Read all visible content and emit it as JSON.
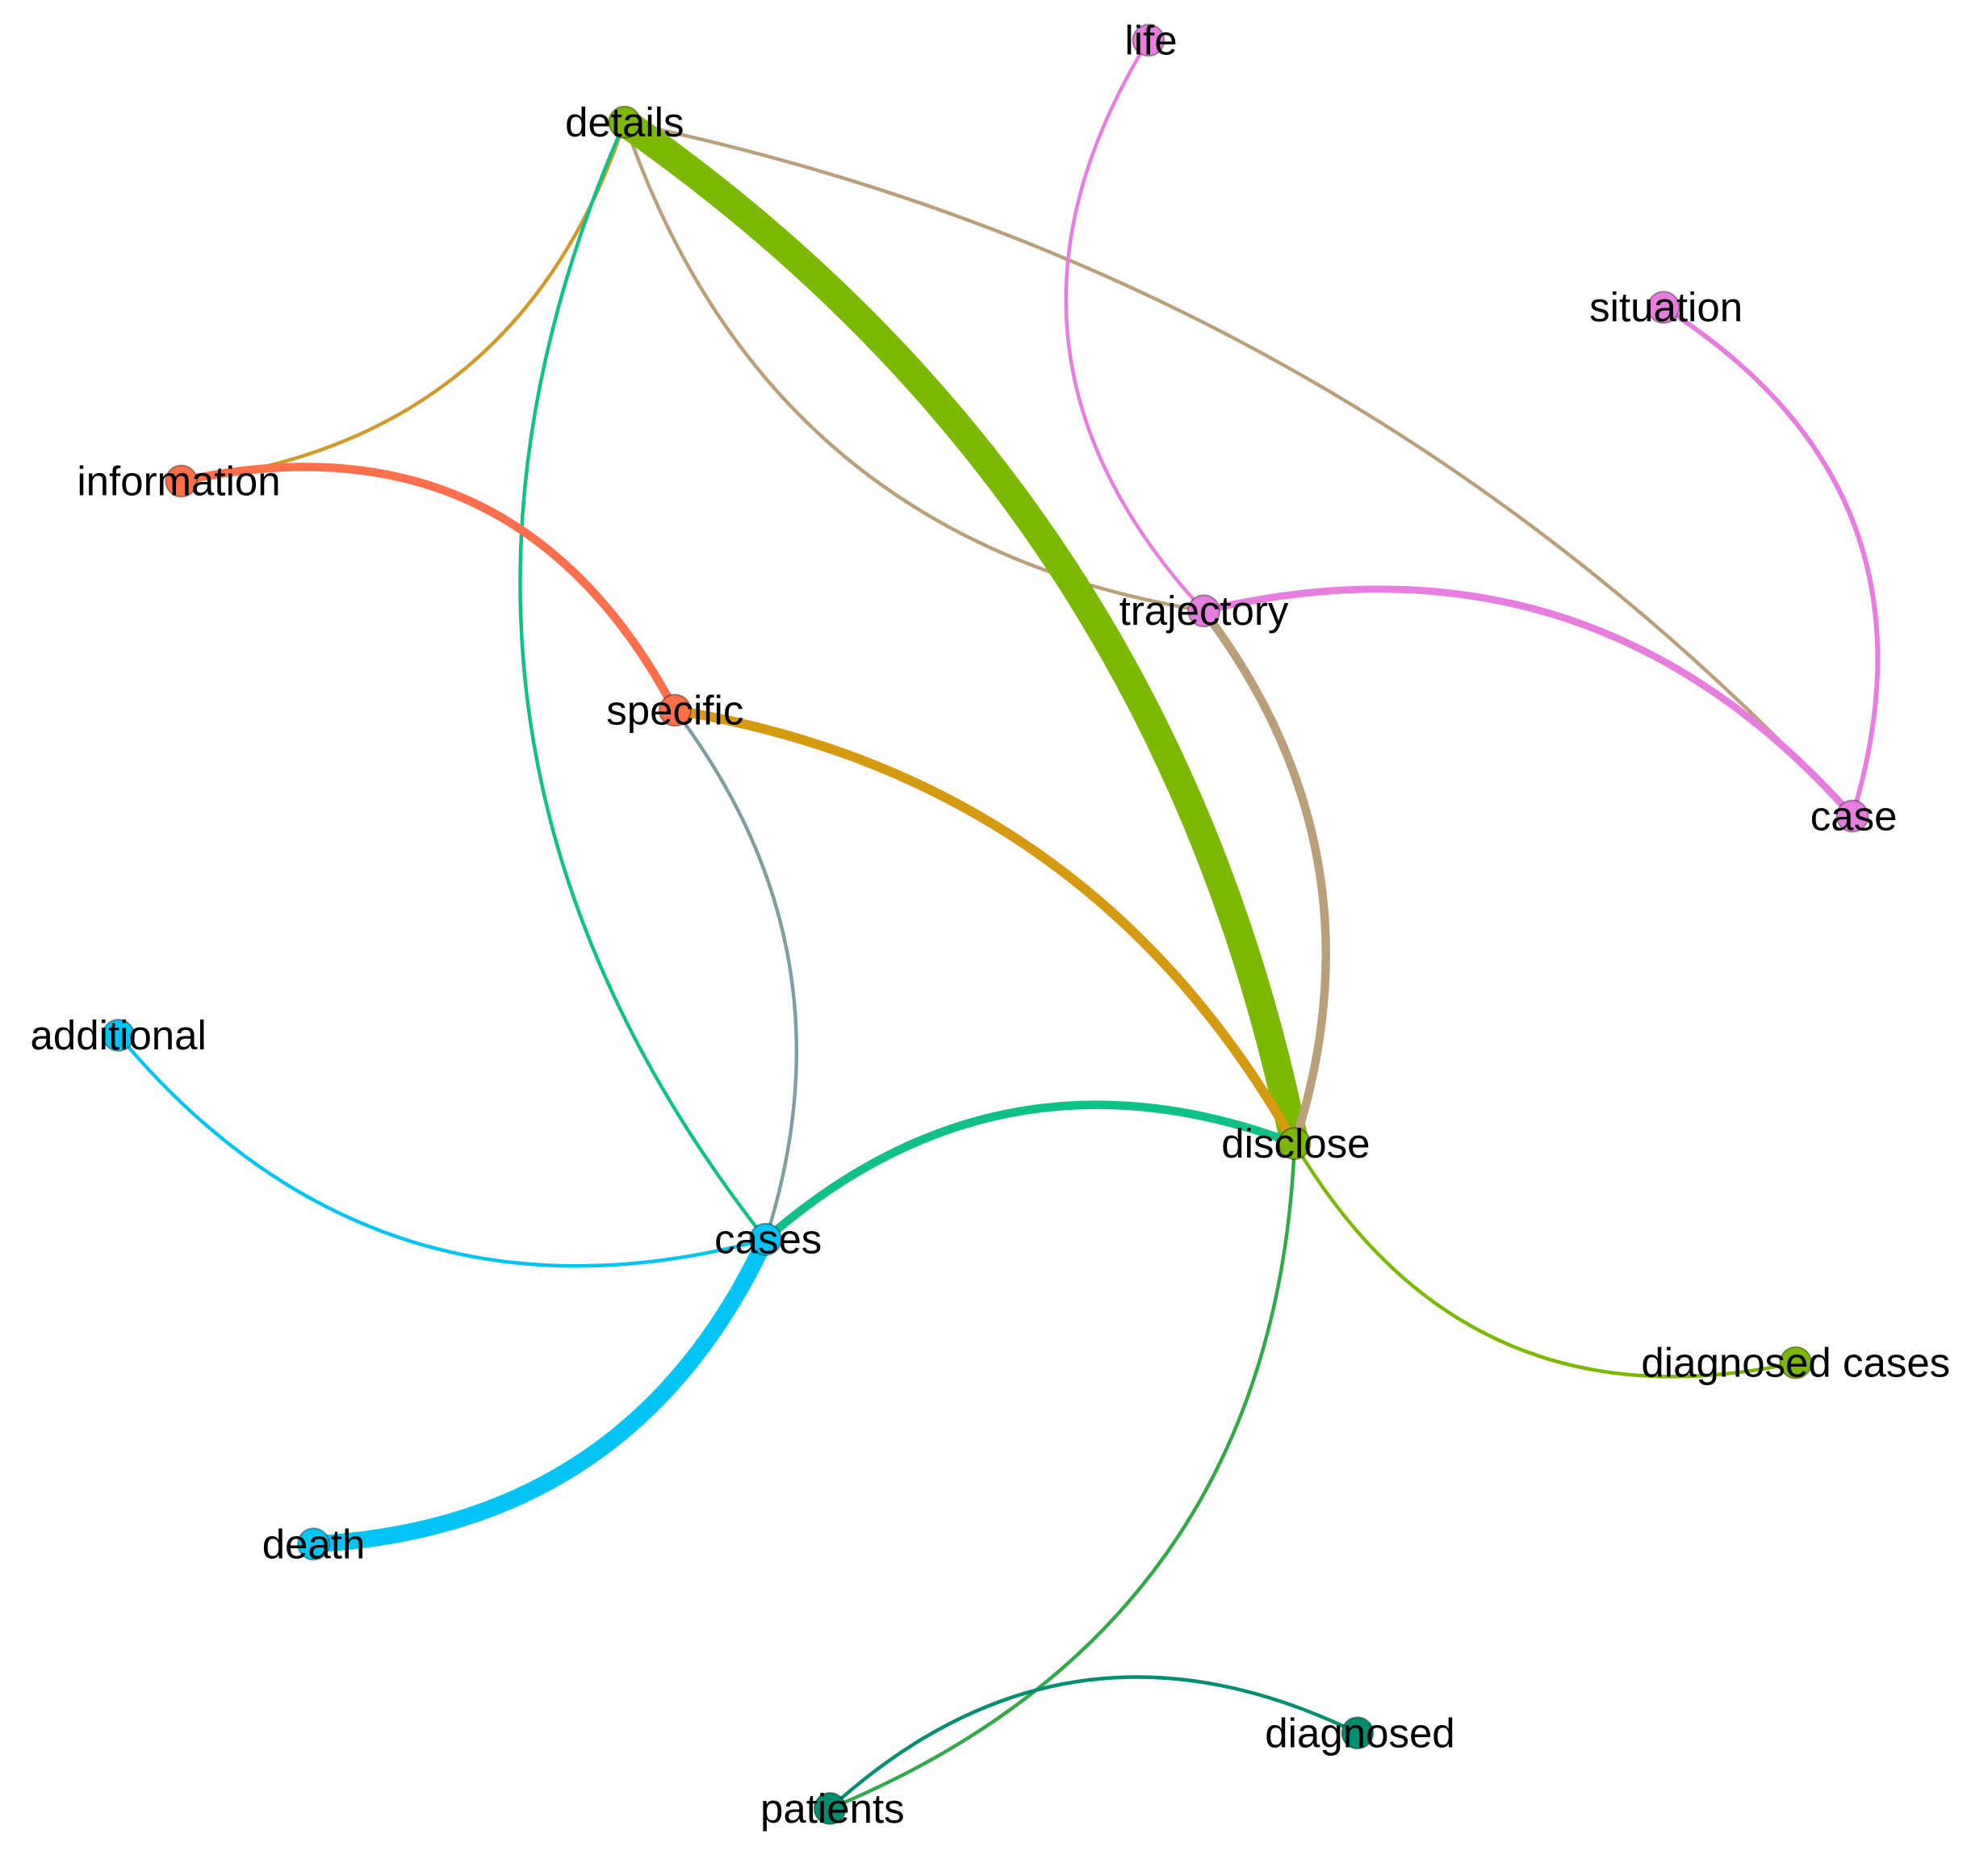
{
  "nodes": [
    {
      "id": "details",
      "label": "details",
      "color": "#7cb800"
    },
    {
      "id": "life",
      "label": "life",
      "color": "#e77ddf"
    },
    {
      "id": "situation",
      "label": "situation",
      "color": "#e77ddf"
    },
    {
      "id": "information",
      "label": "information",
      "color": "#ff6f4c"
    },
    {
      "id": "trajectory",
      "label": "trajectory",
      "color": "#e77ddf"
    },
    {
      "id": "specific",
      "label": "specific",
      "color": "#ff6f4c"
    },
    {
      "id": "case",
      "label": "case",
      "color": "#e77ddf"
    },
    {
      "id": "additional",
      "label": "additional",
      "color": "#00c4f3"
    },
    {
      "id": "disclose",
      "label": "disclose",
      "color": "#7cb800"
    },
    {
      "id": "cases",
      "label": "cases",
      "color": "#00c4f3"
    },
    {
      "id": "diagnosed-cases",
      "label": "diagnosed cases",
      "color": "#7cb800"
    },
    {
      "id": "death",
      "label": "death",
      "color": "#00c4f3"
    },
    {
      "id": "diagnosed",
      "label": "diagnosed",
      "color": "#008e70"
    },
    {
      "id": "patients",
      "label": "patients",
      "color": "#008e70"
    }
  ],
  "edges": [
    {
      "source": "details",
      "target": "information",
      "color": "#d09a2a",
      "weight": 3
    },
    {
      "source": "details",
      "target": "trajectory",
      "color": "#baa07a",
      "weight": 3
    },
    {
      "source": "details",
      "target": "case",
      "color": "#baa07a",
      "weight": 3
    },
    {
      "source": "details",
      "target": "cases",
      "color": "#10c187",
      "weight": 3
    },
    {
      "source": "details",
      "target": "disclose",
      "color": "#7cb800",
      "weight": 24
    },
    {
      "source": "information",
      "target": "specific",
      "color": "#ff6f4c",
      "weight": 7
    },
    {
      "source": "specific",
      "target": "disclose",
      "color": "#d69a11",
      "weight": 8
    },
    {
      "source": "specific",
      "target": "cases",
      "color": "#7f9ea0",
      "weight": 3
    },
    {
      "source": "life",
      "target": "trajectory",
      "color": "#e77ddf",
      "weight": 3
    },
    {
      "source": "trajectory",
      "target": "case",
      "color": "#e77ddf",
      "weight": 6
    },
    {
      "source": "trajectory",
      "target": "disclose",
      "color": "#baa07a",
      "weight": 7
    },
    {
      "source": "situation",
      "target": "case",
      "color": "#e77ddf",
      "weight": 4
    },
    {
      "source": "additional",
      "target": "cases",
      "color": "#00c4f3",
      "weight": 3
    },
    {
      "source": "cases",
      "target": "death",
      "color": "#00c4f3",
      "weight": 14
    },
    {
      "source": "cases",
      "target": "disclose",
      "color": "#10c187",
      "weight": 7
    },
    {
      "source": "disclose",
      "target": "diagnosed-cases",
      "color": "#7cb800",
      "weight": 3
    },
    {
      "source": "disclose",
      "target": "patients",
      "color": "#31a849",
      "weight": 3
    },
    {
      "source": "patients",
      "target": "diagnosed",
      "color": "#008e70",
      "weight": 3
    }
  ]
}
